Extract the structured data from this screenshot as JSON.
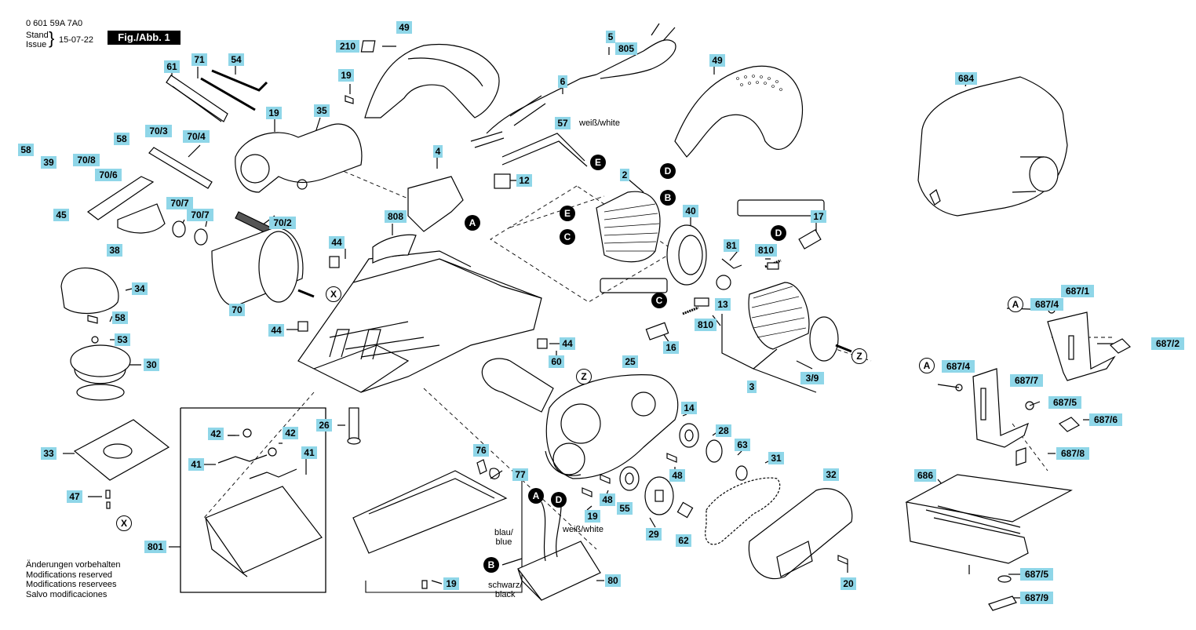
{
  "header": {
    "part_number": "0 601 59A 7A0",
    "stand_issue_label": "Stand\nIssue",
    "date": "15-07-22",
    "figure": "Fig./Abb. 1"
  },
  "notes": [
    "Änderungen vorbehalten",
    "Modifications reserved",
    "Modifications reservees",
    "Salvo modificaciones"
  ],
  "callouts": [
    "210",
    "49",
    "5",
    "805",
    "6",
    "57",
    "49",
    "684",
    "61",
    "71",
    "54",
    "19",
    "19",
    "35",
    "4",
    "12",
    "2",
    "58",
    "39",
    "70/8",
    "70/6",
    "70/3",
    "70/4",
    "58",
    "45",
    "70/7",
    "70/7",
    "70/2",
    "808",
    "38",
    "70",
    "44",
    "34",
    "58",
    "44",
    "44",
    "53",
    "30",
    "60",
    "42",
    "42",
    "41",
    "41",
    "33",
    "47",
    "26",
    "76",
    "77",
    "801",
    "19",
    "80",
    "40",
    "17",
    "81",
    "810",
    "13",
    "810",
    "16",
    "3",
    "3/9",
    "25",
    "14",
    "28",
    "63",
    "31",
    "32",
    "48",
    "48",
    "55",
    "29",
    "19",
    "62",
    "20",
    "687/1",
    "687/4",
    "687/2",
    "687/4",
    "687/7",
    "687/5",
    "687/6",
    "687/8",
    "686",
    "687/5",
    "687/9"
  ],
  "markers": [
    "D",
    "B",
    "E",
    "C",
    "A",
    "E",
    "D",
    "C",
    "X",
    "X",
    "Z",
    "Z",
    "A",
    "D",
    "B",
    "A",
    "A"
  ],
  "wire_labels": {
    "white_top": "weiß/white",
    "blue": "blau/\nblue",
    "white_bottom": "weiß/white",
    "black": "schwarz/\nblack"
  },
  "colors": {
    "callout_fill": "#8fd6e8",
    "marker_fill": "#000000",
    "line": "#000000"
  }
}
